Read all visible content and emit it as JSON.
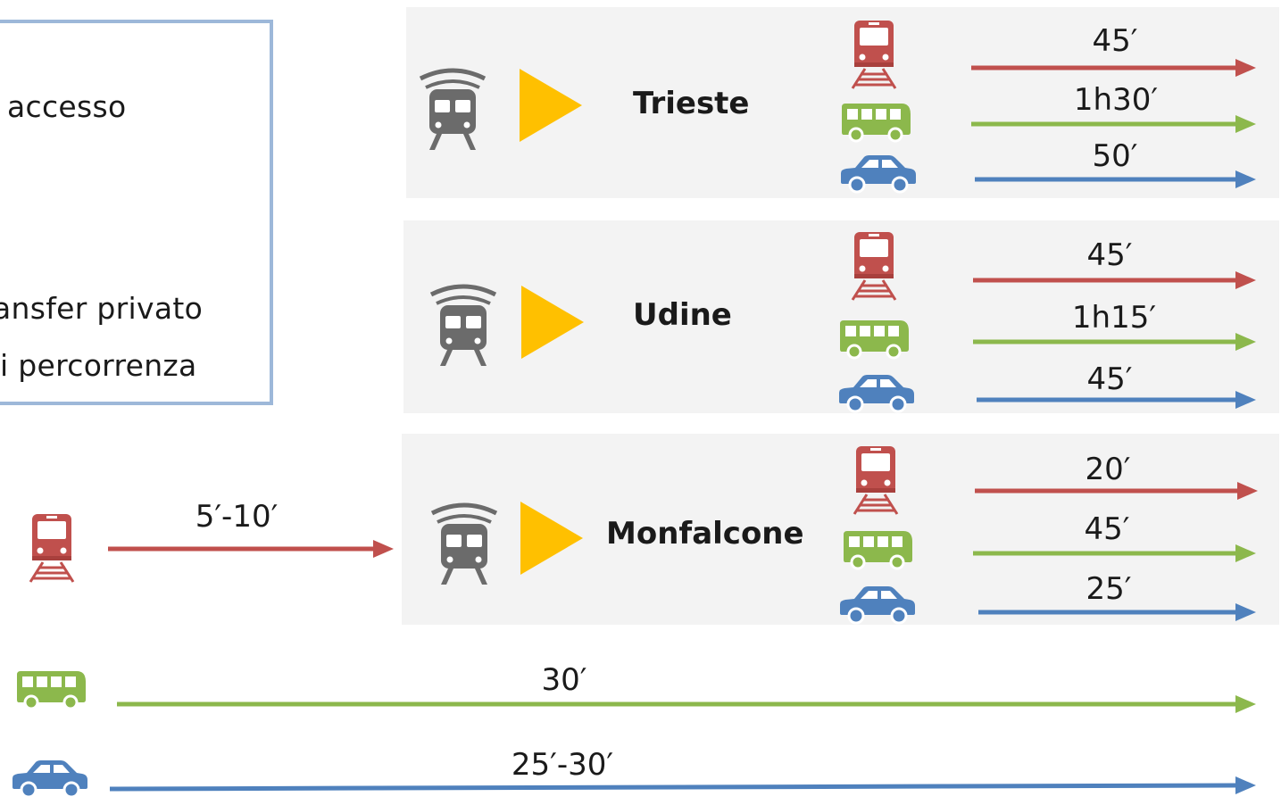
{
  "legend": {
    "lines": [
      "accesso",
      "ansfer privato",
      "i percorrenza"
    ]
  },
  "colors": {
    "train": "#c0504d",
    "bus": "#8cb84c",
    "car": "#4f81bd",
    "play": "#ffc000",
    "station": "#6b6b6b",
    "panel": "#f3f3f3"
  },
  "destinations": [
    {
      "city": "Trieste",
      "times": {
        "train": "45′",
        "bus": "1h30′",
        "car": "50′"
      }
    },
    {
      "city": "Udine",
      "times": {
        "train": "45′",
        "bus": "1h15′",
        "car": "45′"
      }
    },
    {
      "city": "Monfalcone",
      "times": {
        "train": "20′",
        "bus": "45′",
        "car": "25′"
      }
    }
  ],
  "origin": {
    "train_time": "5′-10′",
    "bus_time": "30′",
    "car_time": "25′-30′"
  },
  "icons": [
    "train-icon",
    "bus-icon",
    "car-icon",
    "station-icon",
    "play-icon"
  ]
}
